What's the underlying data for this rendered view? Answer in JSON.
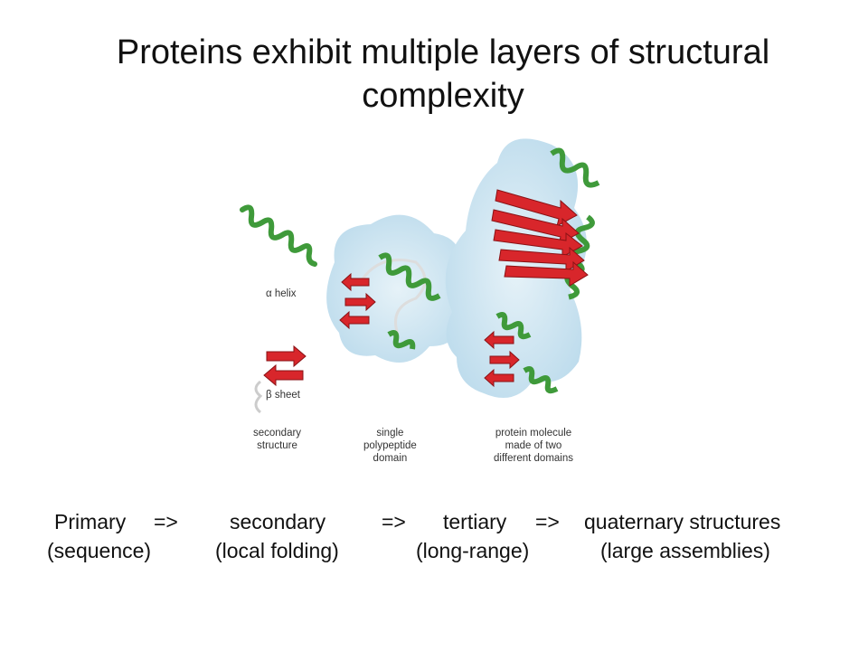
{
  "title": {
    "line1": "Proteins exhibit multiple layers of structural",
    "line2": "complexity"
  },
  "figure": {
    "alpha_symbol": "α",
    "alpha_label": "helix",
    "beta_symbol": "β",
    "beta_label": "sheet",
    "captions": {
      "secondary": [
        "secondary",
        "structure"
      ],
      "single": [
        "single",
        "polypeptide",
        "domain"
      ],
      "protein": [
        "protein molecule",
        "made of two",
        "different domains"
      ]
    },
    "colors": {
      "helix": "#3f9a3a",
      "strand": "#d8262b",
      "envelope": "#cfe6f2",
      "coil": "#e8e8e8"
    }
  },
  "levels": {
    "primary": "Primary",
    "arrow1": "=>",
    "secondary": "secondary",
    "arrow2": "=>",
    "tertiary": "tertiary",
    "arrow3": "=>",
    "quaternary": "quaternary structures",
    "primary_sub": "(sequence)",
    "secondary_sub": "(local folding)",
    "tertiary_sub": "(long-range)",
    "quaternary_sub": "(large assemblies)"
  }
}
